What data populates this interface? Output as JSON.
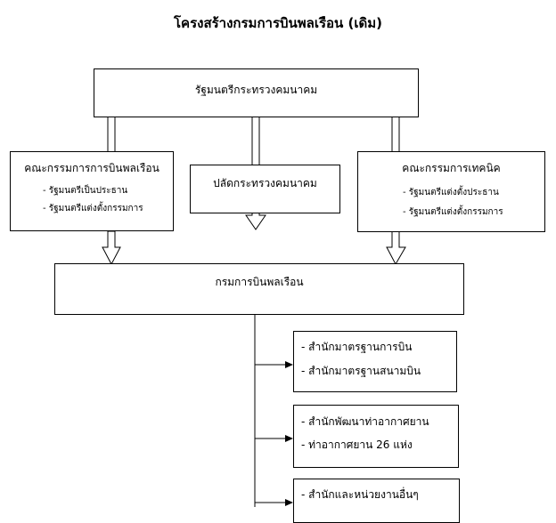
{
  "title": "โครงสร้างกรมการบินพลเรือน (เดิม)",
  "minister": "รัฐมนตรีกระทรวงคมนาคม",
  "left_committee": {
    "heading": "คณะกรรมการการบินพลเรือน",
    "items": [
      "- รัฐมนตรีเป็นประธาน",
      "- รัฐมนตรีแต่งตั้งกรรมการ"
    ]
  },
  "permanent_secretary": "ปลัดกระทรวงคมนาคม",
  "right_committee": {
    "heading": "คณะกรรมการเทคนิค",
    "items": [
      "- รัฐมนตรีแต่งตั้งประธาน",
      "- รัฐมนตรีแต่งตั้งกรรมการ"
    ]
  },
  "department": "กรมการบินพลเรือน",
  "units": [
    {
      "lines": [
        "- สำนักมาตรฐานการบิน",
        "- สำนักมาตรฐานสนามบิน"
      ]
    },
    {
      "lines": [
        "- สำนักพัฒนาท่าอากาศยาน",
        "- ท่าอากาศยาน  26  แห่ง"
      ]
    },
    {
      "lines": [
        "- สำนักและหน่วยงานอื่นๆ"
      ]
    }
  ]
}
